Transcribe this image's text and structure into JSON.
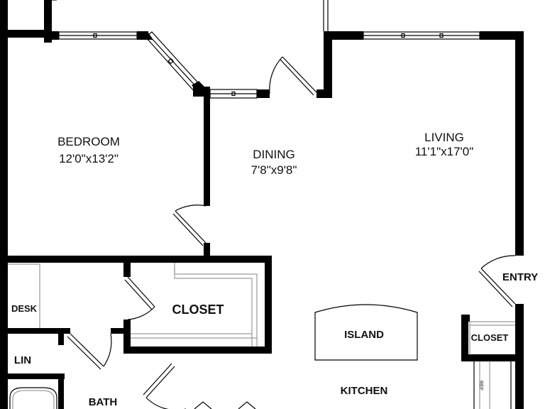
{
  "rooms": {
    "bedroom": {
      "name": "BEDROOM",
      "size": "12'0\"x13'2\""
    },
    "dining": {
      "name": "DINING",
      "size": "7'8\"x9'8\""
    },
    "living": {
      "name": "LIVING",
      "size": "11'1\"x17'0\""
    },
    "entry": "ENTRY",
    "closet_main": "CLOSET",
    "closet_small": "CLOSET",
    "desk": "DESK",
    "linen": "LIN",
    "bath": "BATH",
    "kitchen": "KITCHEN",
    "island": "ISLAND",
    "ref": "REF"
  }
}
